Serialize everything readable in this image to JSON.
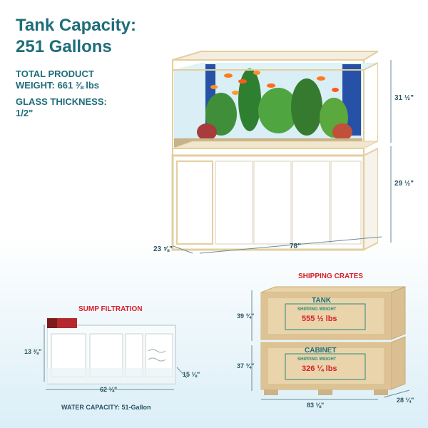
{
  "headline": {
    "line1": "Tank Capacity:",
    "line2": "251 Gallons"
  },
  "specs": {
    "weight_label": "TOTAL PRODUCT",
    "weight_value": "WEIGHT: 661 ⅜ lbs",
    "glass_label": "GLASS THICKNESS:",
    "glass_value": "1/2\""
  },
  "tank_dimensions": {
    "tank_height": "31 ½\"",
    "stand_height": "29 ½\"",
    "depth": "23 ⅝\"",
    "width": "78\""
  },
  "sump": {
    "title": "SUMP FILTRATION",
    "height": "13 ⅜\"",
    "width": "62 ¼\"",
    "depth": "15 ⅛\"",
    "water_capacity": "WATER CAPACITY: 51-Gallon"
  },
  "shipping": {
    "title": "SHIPPING CRATES",
    "tank_crate": {
      "label": "TANK",
      "weight_label": "SHIPPING WEIGHT",
      "weight": "555 ½ lbs",
      "height": "39 ¾\""
    },
    "cabinet_crate": {
      "label": "CABINET",
      "weight_label": "SHIPPING WEIGHT",
      "weight": "326 ¼ lbs",
      "height": "37 ¾\""
    },
    "width": "83 ⅛\"",
    "depth": "28 ¼\""
  },
  "colors": {
    "brand_teal": "#1f6d7a",
    "accent_red": "#d6202a",
    "frame_gold": "#e3cf9e"
  }
}
